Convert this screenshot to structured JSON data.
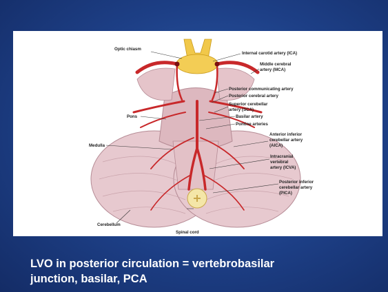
{
  "slide": {
    "caption_line1": "LVO in posterior circulation = vertebrobasilar",
    "caption_line2": "junction, basilar, PCA"
  },
  "figure": {
    "labels": {
      "optic_chiasm": "Optic chiasm",
      "ica": "Internal carotid artery (ICA)",
      "mca_1": "Middle cerebral",
      "mca_2": "artery (MCA)",
      "pcomm": "Posterior communicating artery",
      "pca": "Posterior cerebral artery",
      "sca_1": "Superior cerebellar",
      "sca_2": "artery (SCA)",
      "pons": "Pons",
      "basilar": "Basilar artery",
      "pontine": "Pontine arteries",
      "aica_1": "Anterior inferior",
      "aica_2": "cerebellar artery",
      "aica_3": "(AICA)",
      "medulla": "Medulla",
      "icva_1": "Intracranial",
      "icva_2": "vertebral",
      "icva_3": "artery (ICVA)",
      "pica_1": "Posterior inferior",
      "pica_2": "cerebellar artery",
      "pica_3": "(PICA)",
      "cerebellum": "Cerebellum",
      "spinal_cord": "Spinal cord"
    }
  }
}
